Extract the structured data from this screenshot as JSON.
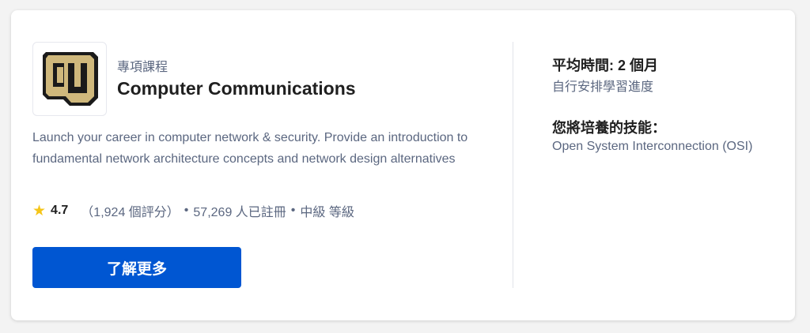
{
  "course": {
    "logo_text": "CU",
    "kicker": "專項課程",
    "title": "Computer Communications",
    "description": "Launch your career in computer network & security. Provide an introduction to fundamental network architecture concepts and network design alternatives",
    "rating": "4.7",
    "rating_count": "（1,924 個評分）",
    "enrolled": "57,269 人已註冊",
    "level": "中級 等級",
    "separator": "•",
    "cta_label": "了解更多"
  },
  "side": {
    "duration": "平均時間: 2 個月",
    "pace": "自行安排學習進度",
    "skills_heading": "您將培養的技能：",
    "skills": "Open System Interconnection (OSI)"
  },
  "colors": {
    "accent": "#0056d2",
    "star": "#f5c518",
    "logo_gold": "#cfb87c"
  }
}
